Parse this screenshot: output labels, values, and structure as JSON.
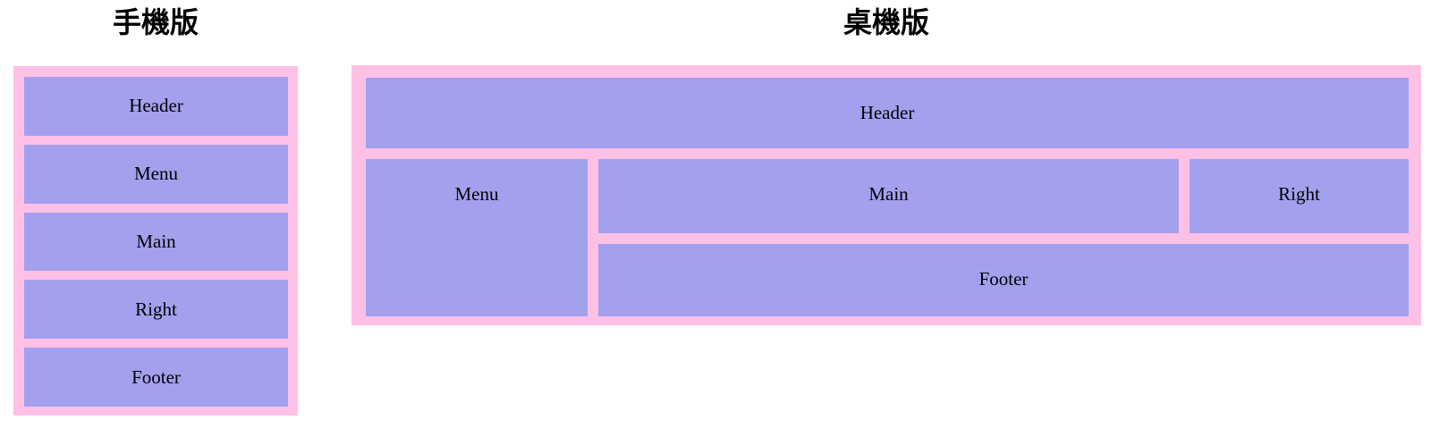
{
  "colors": {
    "pink": "#ffc0e6",
    "purple": "#a3a0ee",
    "text": "#000000",
    "page_background": "#ffffff"
  },
  "mobile": {
    "title": "手機版",
    "boxes": [
      {
        "label": "Header"
      },
      {
        "label": "Menu"
      },
      {
        "label": "Main"
      },
      {
        "label": "Right"
      },
      {
        "label": "Footer"
      }
    ]
  },
  "desktop": {
    "title": "桌機版",
    "boxes": {
      "header": "Header",
      "menu": "Menu",
      "main": "Main",
      "right": "Right",
      "footer": "Footer"
    }
  }
}
